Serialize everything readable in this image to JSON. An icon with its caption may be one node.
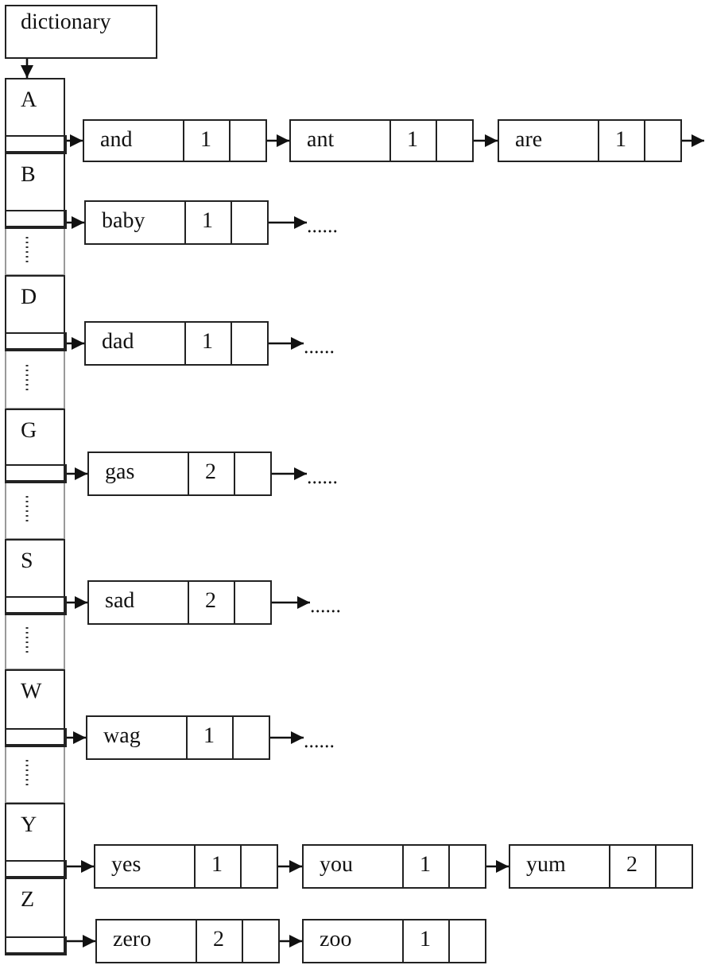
{
  "diagram": {
    "nodes": [
      {
        "text": [
          "dictionary"
        ]
      },
      {
        "text": [
          "A"
        ]
      },
      {
        "text": [
          "and",
          "1"
        ]
      },
      {
        "text": [
          "ant",
          "1"
        ]
      },
      {
        "text": [
          "are",
          "1"
        ]
      },
      {
        "text": [
          "B"
        ]
      },
      {
        "text": [
          "baby",
          "1"
        ]
      },
      {
        "text": [
          "......"
        ]
      },
      {
        "text": [
          "D"
        ]
      },
      {
        "text": [
          "dad",
          "1"
        ]
      },
      {
        "text": [
          "......"
        ]
      },
      {
        "text": [
          "G"
        ]
      },
      {
        "text": [
          "gas",
          "2"
        ]
      },
      {
        "text": [
          "......"
        ]
      },
      {
        "text": [
          "S"
        ]
      },
      {
        "text": [
          "sad",
          "2"
        ]
      },
      {
        "text": [
          "......"
        ]
      },
      {
        "text": [
          "W"
        ]
      },
      {
        "text": [
          "wag",
          "1"
        ]
      },
      {
        "text": [
          "......"
        ]
      },
      {
        "text": [
          "Y"
        ]
      },
      {
        "text": [
          "yes",
          "1"
        ]
      },
      {
        "text": [
          "you",
          "1"
        ]
      },
      {
        "text": [
          "yum",
          "2"
        ]
      },
      {
        "text": [
          "Z"
        ]
      },
      {
        "text": [
          "zero",
          "2"
        ]
      },
      {
        "text": [
          "zoo",
          "1"
        ]
      }
    ],
    "edges": [
      {
        "from": 0,
        "to": 1,
        "arrow": "to"
      },
      {
        "from": 1,
        "to": 2,
        "arrow": "to"
      },
      {
        "from": 2,
        "to": 3,
        "arrow": "to"
      },
      {
        "from": 3,
        "to": 4,
        "arrow": "to"
      },
      {
        "from": 4,
        "to": null,
        "arrow": "to"
      },
      {
        "from": 5,
        "to": 6,
        "arrow": "to"
      },
      {
        "from": 6,
        "to": 7,
        "arrow": "to"
      },
      {
        "from": 8,
        "to": 9,
        "arrow": "to"
      },
      {
        "from": 9,
        "to": 10,
        "arrow": "to"
      },
      {
        "from": 11,
        "to": 12,
        "arrow": "to"
      },
      {
        "from": 12,
        "to": 13,
        "arrow": "to"
      },
      {
        "from": 14,
        "to": 15,
        "arrow": "to"
      },
      {
        "from": 15,
        "to": 16,
        "arrow": "to"
      },
      {
        "from": 17,
        "to": 18,
        "arrow": "to"
      },
      {
        "from": 18,
        "to": 19,
        "arrow": "to"
      },
      {
        "from": 20,
        "to": 21,
        "arrow": "to"
      },
      {
        "from": 21,
        "to": 22,
        "arrow": "to"
      },
      {
        "from": 22,
        "to": 23,
        "arrow": "to"
      },
      {
        "from": 24,
        "to": 25,
        "arrow": "to"
      },
      {
        "from": 25,
        "to": 26,
        "arrow": "to"
      }
    ]
  }
}
